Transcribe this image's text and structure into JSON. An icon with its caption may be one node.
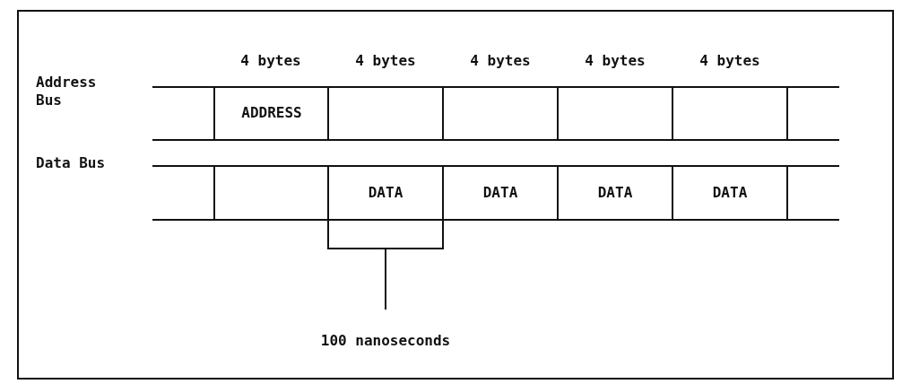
{
  "diagram": {
    "labels": [
      "4 bytes",
      "4 bytes",
      "4 bytes",
      "4 bytes",
      "4 bytes",
      "Address Bus",
      "ADDRESS",
      "Data Bus",
      "DATA",
      "DATA",
      "DATA",
      "DATA",
      "100 nanoseconds"
    ]
  }
}
